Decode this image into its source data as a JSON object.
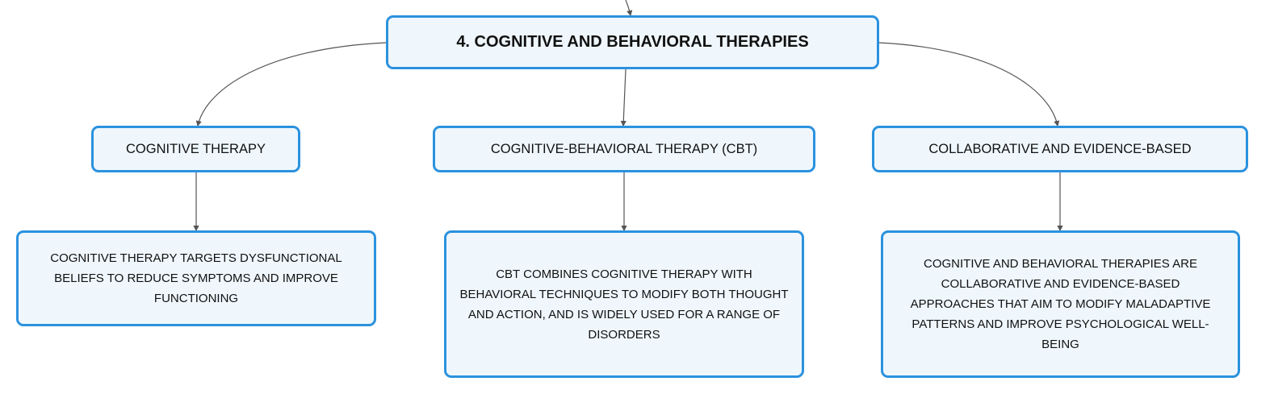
{
  "root": {
    "label": "4. COGNITIVE AND BEHAVIORAL THERAPIES"
  },
  "branches": [
    {
      "label": "COGNITIVE THERAPY",
      "detail": "COGNITIVE THERAPY TARGETS DYSFUNCTIONAL BELIEFS TO REDUCE SYMPTOMS AND IMPROVE FUNCTIONING"
    },
    {
      "label": "COGNITIVE-BEHAVIORAL THERAPY (CBT)",
      "detail": "CBT COMBINES COGNITIVE THERAPY WITH BEHAVIORAL TECHNIQUES TO MODIFY BOTH THOUGHT AND ACTION, AND IS WIDELY USED FOR A RANGE OF DISORDERS"
    },
    {
      "label": "COLLABORATIVE AND EVIDENCE-BASED",
      "detail": "COGNITIVE AND BEHAVIORAL THERAPIES ARE COLLABORATIVE AND EVIDENCE-BASED APPROACHES THAT AIM TO MODIFY MALADAPTIVE PATTERNS AND IMPROVE PSYCHOLOGICAL WELL-BEING"
    }
  ],
  "colors": {
    "border": "#2b92de",
    "fill": "#eff7fd",
    "connector": "#555555"
  }
}
